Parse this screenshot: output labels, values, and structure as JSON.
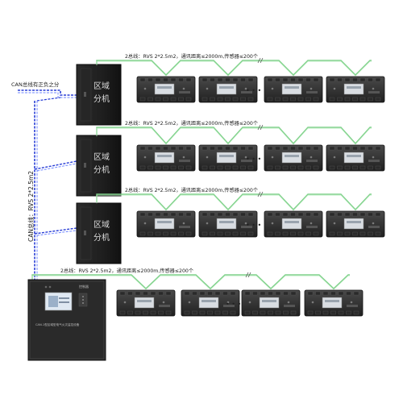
{
  "diagram": {
    "can_bus_top_label": "CAN总线有正负之分",
    "can_bus_side_label": "CAN总线：RVS 2*2.5m2",
    "region_box_label_line1": "区域",
    "region_box_label_line2": "分机",
    "bus_label": "2总线：RVS 2*2.5m2，通讯距离≤2000m,传感器≤200个",
    "bus_label_bottom": "2总线：RVS 2*2.5m2，通讯距离≤2000m,传感器≤200个",
    "ellipsis": "• • •",
    "host_panel_title": "控制器",
    "host_panel_caption": "CAN-1型区域型电气火灾监控设备",
    "rows": 4,
    "modules_per_row": 4,
    "colors": {
      "bus_green": "#7fd08a",
      "can_blue": "#2a3fd6",
      "device_dark": "#1c1c1c",
      "device_gray": "#3a3a3a",
      "text": "#222222"
    }
  }
}
